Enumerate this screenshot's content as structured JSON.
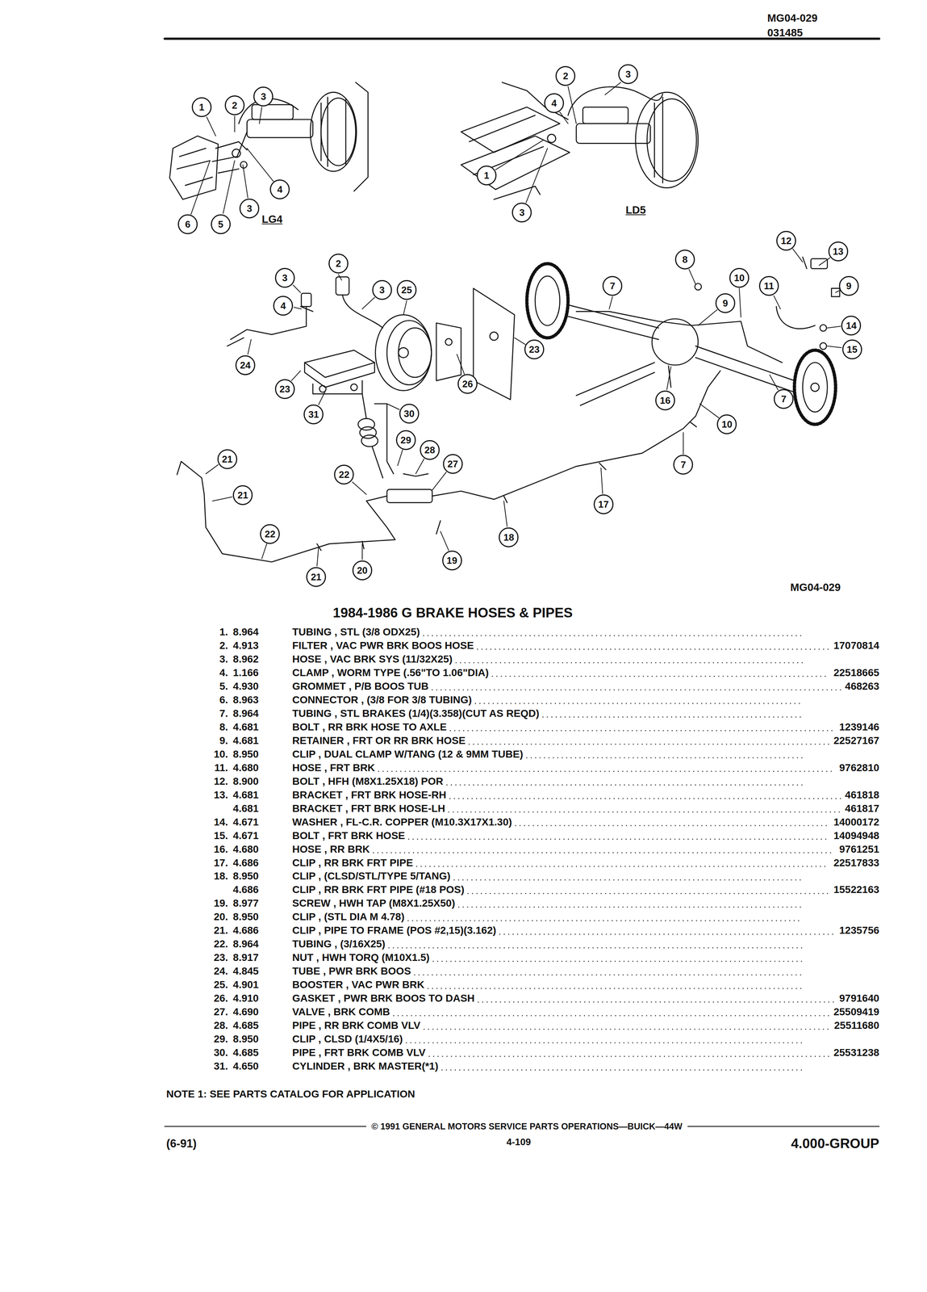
{
  "diagram": {
    "title": "1984-1986 G BRAKE HOSES & PIPES",
    "nodes": [
      {
        "text": [
          "1"
        ]
      },
      {
        "text": [
          "2"
        ]
      },
      {
        "text": [
          "3"
        ]
      },
      {
        "text": [
          "4"
        ]
      },
      {
        "text": [
          "3"
        ]
      },
      {
        "text": [
          "6"
        ]
      },
      {
        "text": [
          "5"
        ]
      },
      {
        "text": [
          "2"
        ]
      },
      {
        "text": [
          "3"
        ]
      },
      {
        "text": [
          "4"
        ]
      },
      {
        "text": [
          "1"
        ]
      },
      {
        "text": [
          "3"
        ]
      },
      {
        "text": [
          "12"
        ]
      },
      {
        "text": [
          "13"
        ]
      },
      {
        "text": [
          "8"
        ]
      },
      {
        "text": [
          "10"
        ]
      },
      {
        "text": [
          "11"
        ]
      },
      {
        "text": [
          "9"
        ]
      },
      {
        "text": [
          "9"
        ]
      },
      {
        "text": [
          "7"
        ]
      },
      {
        "text": [
          "2"
        ]
      },
      {
        "text": [
          "3"
        ]
      },
      {
        "text": [
          "3"
        ]
      },
      {
        "text": [
          "25"
        ]
      },
      {
        "text": [
          "4"
        ]
      },
      {
        "text": [
          "24"
        ]
      },
      {
        "text": [
          "23"
        ]
      },
      {
        "text": [
          "26"
        ]
      },
      {
        "text": [
          "23"
        ]
      },
      {
        "text": [
          "31"
        ]
      },
      {
        "text": [
          "14"
        ]
      },
      {
        "text": [
          "15"
        ]
      },
      {
        "text": [
          "16"
        ]
      },
      {
        "text": [
          "7"
        ]
      },
      {
        "text": [
          "10"
        ]
      },
      {
        "text": [
          "30"
        ]
      },
      {
        "text": [
          "29"
        ]
      },
      {
        "text": [
          "28"
        ]
      },
      {
        "text": [
          "27"
        ]
      },
      {
        "text": [
          "22"
        ]
      },
      {
        "text": [
          "17"
        ]
      },
      {
        "text": [
          "7"
        ]
      },
      {
        "text": [
          "18"
        ]
      },
      {
        "text": [
          "21"
        ]
      },
      {
        "text": [
          "21"
        ]
      },
      {
        "text": [
          "22"
        ]
      },
      {
        "text": [
          "19"
        ]
      },
      {
        "text": [
          "20"
        ]
      },
      {
        "text": [
          "21"
        ]
      }
    ],
    "labels": [
      "MG04-029",
      "031485",
      "LG4",
      "LD5",
      "MG04-029",
      "1.",
      "8.964",
      "TUBING , STL (3/8 ODX25)",
      "2.",
      "4.913",
      "FILTER , VAC PWR BRK BOOS HOSE",
      "17070814",
      "3.",
      "8.962",
      "HOSE , VAC BRK SYS (11/32X25)",
      "4.",
      "1.166",
      "CLAMP , WORM TYPE (.56\"TO 1.06\"DIA)",
      "22518665",
      "5.",
      "4.930",
      "GROMMET , P/B BOOS TUB",
      "468263",
      "6.",
      "8.963",
      "CONNECTOR , (3/8 FOR 3/8 TUBING)",
      "7.",
      "8.964",
      "TUBING , STL BRAKES (1/4)(3.358)(CUT AS REQD)",
      "8.",
      "4.681",
      "BOLT , RR BRK HOSE TO AXLE",
      "1239146",
      "9.",
      "4.681",
      "RETAINER , FRT OR RR BRK HOSE",
      "22527167",
      "10.",
      "8.950",
      "CLIP , DUAL CLAMP W/TANG (12 & 9MM TUBE)",
      "11.",
      "4.680",
      "HOSE , FRT BRK",
      "9762810",
      "12.",
      "8.900",
      "BOLT , HFH (M8X1.25X18) POR",
      "13.",
      "4.681",
      "BRACKET , FRT BRK HOSE-RH",
      "461818",
      "4.681",
      "BRACKET , FRT BRK HOSE-LH",
      "461817",
      "14.",
      "4.671",
      "WASHER , FL-C.R. COPPER (M10.3X17X1.30)",
      "14000172",
      "15.",
      "4.671",
      "BOLT , FRT BRK HOSE",
      "14094948",
      "16.",
      "4.680",
      "HOSE , RR BRK",
      "9761251",
      "17.",
      "4.686",
      "CLIP , RR BRK FRT PIPE",
      "22517833",
      "18.",
      "8.950",
      "CLIP , (CLSD/STL/TYPE 5/TANG)",
      "4.686",
      "CLIP , RR BRK FRT PIPE (#18 POS)",
      "15522163",
      "19.",
      "8.977",
      "SCREW , HWH TAP (M8X1.25X50)",
      "20.",
      "8.950",
      "CLIP , (STL DIA M 4.78)",
      "21.",
      "4.686",
      "CLIP , PIPE TO FRAME (POS #2,15)(3.162)",
      "1235756",
      "22.",
      "8.964",
      "TUBING , (3/16X25)",
      "23.",
      "8.917",
      "NUT , HWH TORQ (M10X1.5)",
      "24.",
      "4.845",
      "TUBE , PWR BRK BOOS",
      "25.",
      "4.901",
      "BOOSTER , VAC PWR BRK",
      "26.",
      "4.910",
      "GASKET , PWR BRK BOOS TO DASH",
      "9791640",
      "27.",
      "4.690",
      "VALVE , BRK COMB",
      "25509419",
      "28.",
      "4.685",
      "PIPE , RR BRK COMB VLV",
      "25511680",
      "29.",
      "8.950",
      "CLIP , CLSD (1/4X5/16)",
      "30.",
      "4.685",
      "PIPE , FRT BRK COMB VLV",
      "25531238",
      "31.",
      "4.650",
      "CYLINDER , BRK MASTER(*1)",
      "NOTE 1: SEE PARTS CATALOG FOR APPLICATION",
      "© 1991 GENERAL MOTORS SERVICE PARTS OPERATIONS—BUICK—44W",
      "(6-91)",
      "4-109",
      "4.000-GROUP"
    ]
  }
}
